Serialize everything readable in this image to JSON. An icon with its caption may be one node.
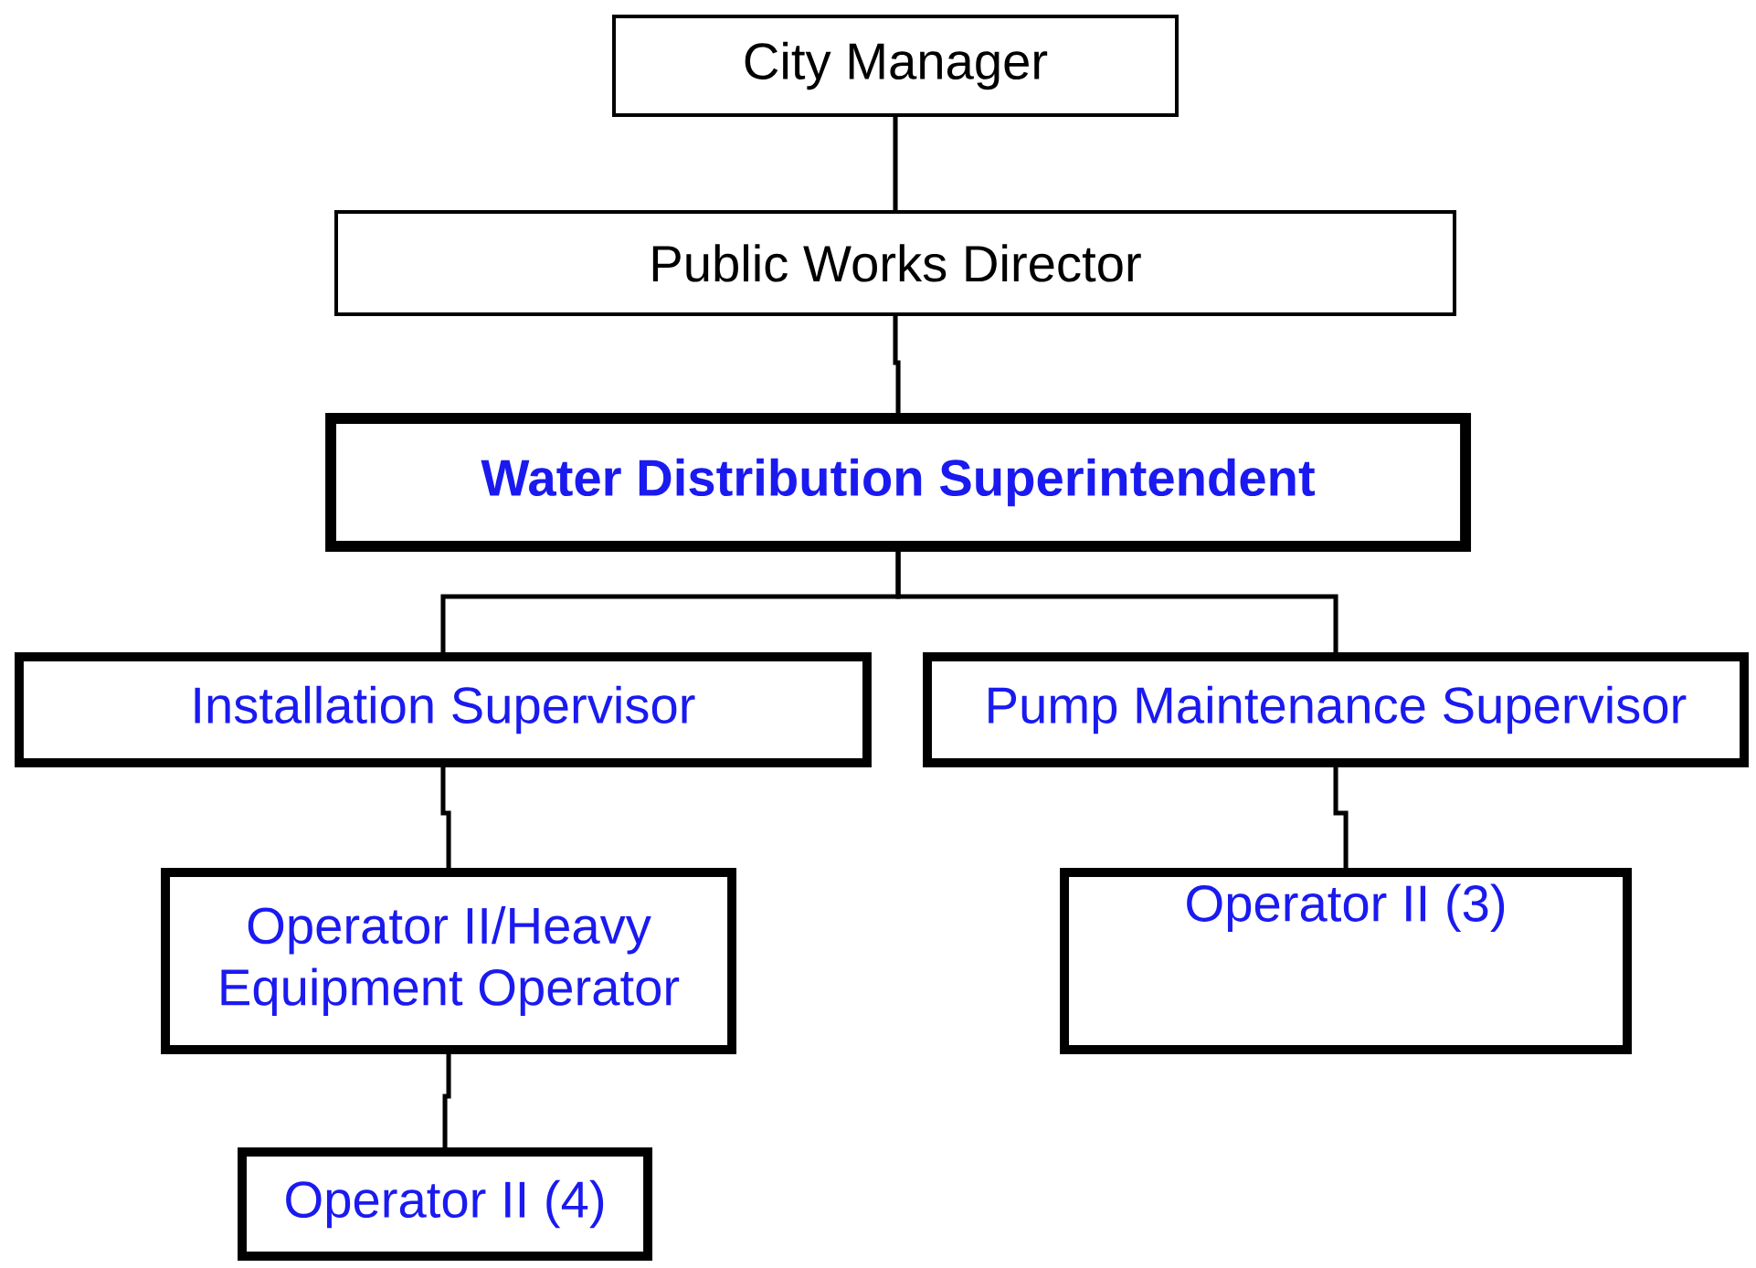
{
  "diagram": {
    "nodes": [
      {
        "text": [
          "City Manager"
        ]
      },
      {
        "text": [
          "Public Works Director"
        ]
      },
      {
        "text": [
          "Water Distribution Superintendent"
        ]
      },
      {
        "text": [
          "Installation Supervisor"
        ]
      },
      {
        "text": [
          "Pump Maintenance Supervisor"
        ]
      },
      {
        "text": [
          "Operator II/Heavy Equipment Operator"
        ]
      },
      {
        "text": [
          "Operator II (3)"
        ]
      },
      {
        "text": [
          "Operator II (4)"
        ]
      }
    ],
    "edges": [
      {
        "from": 0,
        "to": 1,
        "arrow": "none"
      },
      {
        "from": 1,
        "to": 2,
        "arrow": "none"
      },
      {
        "from": 2,
        "to": 3,
        "arrow": "none"
      },
      {
        "from": 2,
        "to": 4,
        "arrow": "none"
      },
      {
        "from": 3,
        "to": 5,
        "arrow": "none"
      },
      {
        "from": 5,
        "to": 7,
        "arrow": "none"
      },
      {
        "from": 4,
        "to": 6,
        "arrow": "none"
      }
    ]
  }
}
